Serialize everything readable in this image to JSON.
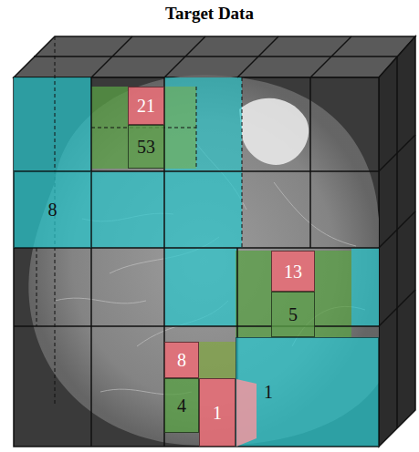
{
  "diagram": {
    "title": "Target Data",
    "nodes": [
      {
        "text": [
          "21"
        ]
      },
      {
        "text": [
          "53"
        ]
      },
      {
        "text": [
          "8"
        ]
      },
      {
        "text": [
          "13"
        ]
      },
      {
        "text": [
          "5"
        ]
      },
      {
        "text": [
          "8"
        ]
      },
      {
        "text": [
          "4"
        ]
      },
      {
        "text": [
          "1"
        ]
      },
      {
        "text": [
          "1"
        ]
      }
    ]
  }
}
